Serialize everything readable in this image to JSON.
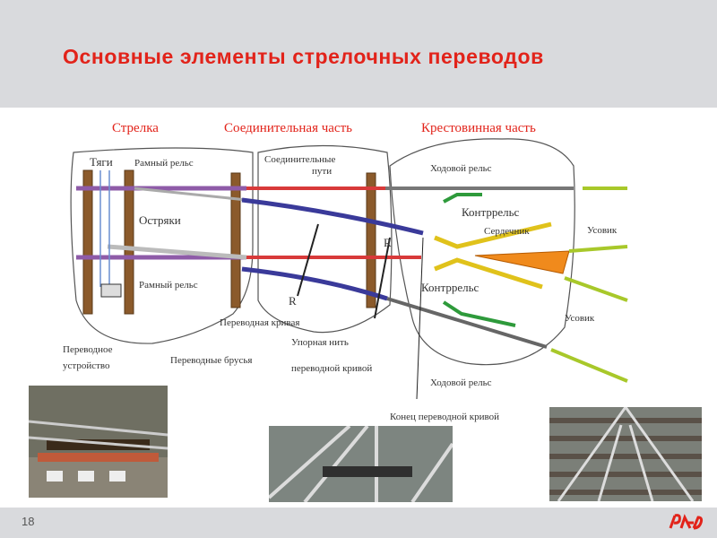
{
  "title": "Основные элементы стрелочных переводов",
  "page_number": "18",
  "colors": {
    "title": "#e2231a",
    "header_bg": "#d9dadd",
    "section": "#e2231a"
  },
  "diagram": {
    "sections": {
      "switch": "Стрелка",
      "connecting": "Соединительная часть",
      "crossing": "Крестовинная часть"
    },
    "labels": {
      "tyagi": "Тяги",
      "stock_rail_top": "Рамный рельс",
      "ostryaki": "Остряки",
      "stock_rail_bottom": "Рамный рельс",
      "connecting_tracks_1": "Соединительные",
      "connecting_tracks_2": "пути",
      "running_rail_top": "Ходовой рельс",
      "guard_rail_top": "Контррельс",
      "core": "Сердечник",
      "wing_top": "Усовик",
      "guard_rail_bottom": "Контррельс",
      "wing_bottom": "Усовик",
      "lead_curve": "Переводная кривая",
      "thrust_line_1": "Упорная нить",
      "thrust_line_2": "переводной кривой",
      "switch_ties": "Переводные брусья",
      "switch_device_1": "Переводное",
      "switch_device_2": "устройство",
      "running_rail_bottom": "Ходовой рельс",
      "curve_end": "Конец переводной кривой",
      "radius_1": "R",
      "radius_2": "R"
    }
  },
  "photos": [
    "switch-drive-photo",
    "switch-points-photo",
    "crossing-photo"
  ]
}
